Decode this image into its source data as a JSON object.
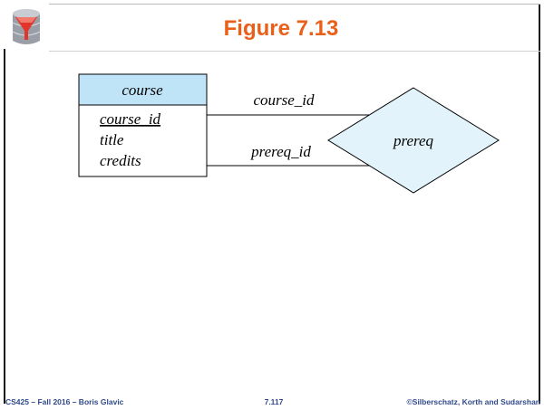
{
  "header": {
    "title": "Figure 7.13"
  },
  "footer": {
    "left": "CS425 – Fall 2016 – Boris Glavic",
    "center": "7.117",
    "right": "©Silberschatz, Korth and Sudarshan"
  },
  "diagram": {
    "entity": {
      "name": "course",
      "attributes": [
        "course_id",
        "title",
        "credits"
      ],
      "primary_key": "course_id",
      "header_color": "#bfe4f7"
    },
    "relationship": {
      "name": "prereq",
      "fill_color": "#e3f3fb"
    },
    "roles": [
      "course_id",
      "prereq_id"
    ]
  },
  "colors": {
    "title": "#e8601a",
    "footer": "#2f4a8a"
  },
  "icons": {
    "logo": "database-logo-icon"
  }
}
